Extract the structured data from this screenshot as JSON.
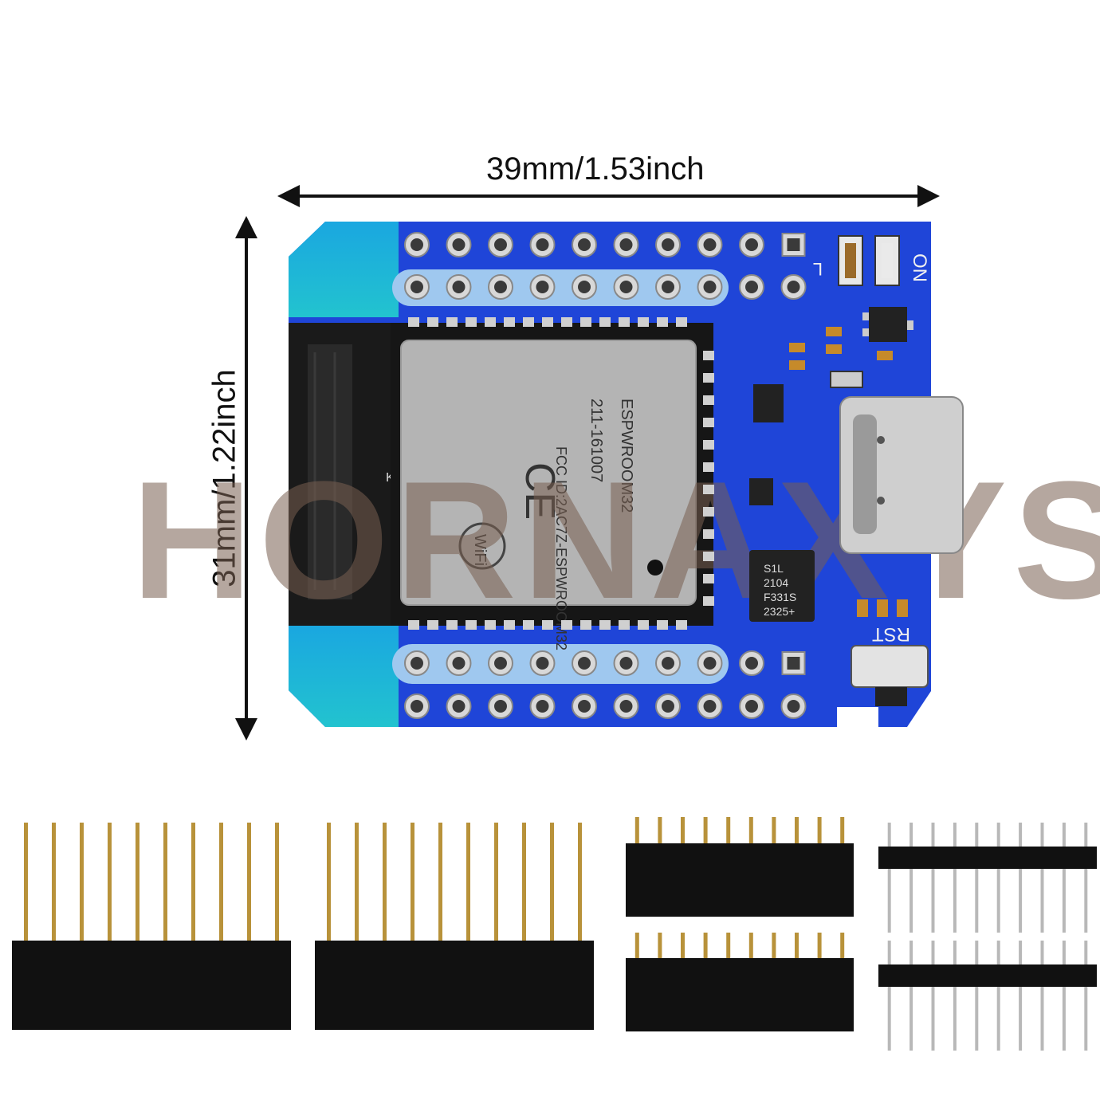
{
  "dimensions": {
    "width_label": "39mm/1.53inch",
    "height_label": "31mm/1.22inch"
  },
  "watermark": "HORNAXYS",
  "module": {
    "label_k": "K",
    "model": "ESPWROOM32",
    "code1": "211-161007",
    "code2": "FCC ID:2AC7Z-ESPWROOM32",
    "wifi": "WiFi"
  },
  "chip": {
    "lines": [
      "S1L",
      "2104",
      "F331S",
      "2325+"
    ]
  },
  "silkscreen": {
    "on": "ON",
    "rst": "RST",
    "l": "L"
  },
  "colors": {
    "pcb_blue": "#1f45d8",
    "pcb_cyan": "#1ab4d8",
    "pad_light": "#9fc8ef",
    "module_shield": "#b4b4b4",
    "header_black": "#111111",
    "pin_gold": "#b8923a",
    "pin_silver": "#b8b8b8"
  }
}
